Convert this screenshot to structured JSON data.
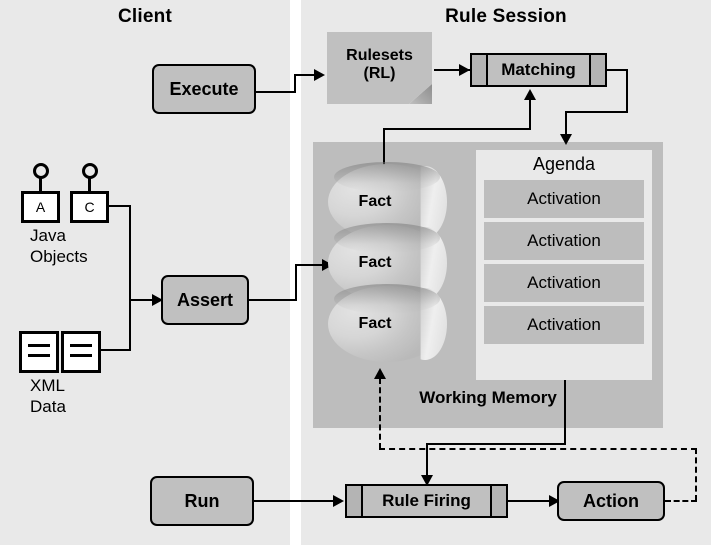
{
  "panels": {
    "client": {
      "title": "Client"
    },
    "session": {
      "title": "Rule Session"
    }
  },
  "client": {
    "execute_label": "Execute",
    "assert_label": "Assert",
    "run_label": "Run",
    "java_objects": {
      "caption_line1": "Java",
      "caption_line2": "Objects",
      "box_a_label": "A",
      "box_c_label": "C"
    },
    "xml_data": {
      "caption_line1": "XML",
      "caption_line2": "Data"
    }
  },
  "session": {
    "rulesets": {
      "line1": "Rulesets",
      "line2": "(RL)"
    },
    "matching_label": "Matching",
    "rule_firing_label": "Rule Firing",
    "action_label": "Action",
    "working_memory_label": "Working Memory",
    "facts": [
      {
        "label": "Fact"
      },
      {
        "label": "Fact"
      },
      {
        "label": "Fact"
      }
    ],
    "agenda": {
      "title": "Agenda",
      "activations": [
        {
          "label": "Activation"
        },
        {
          "label": "Activation"
        },
        {
          "label": "Activation"
        },
        {
          "label": "Activation"
        }
      ]
    }
  },
  "colors": {
    "panel_bg": "#e9e9e9",
    "working_memory_bg": "#bdbdbd",
    "box_fill": "#c0c0c0",
    "activation_fill": "#bdbdbd",
    "outline": "#000000",
    "page_bg": "#ffffff"
  }
}
